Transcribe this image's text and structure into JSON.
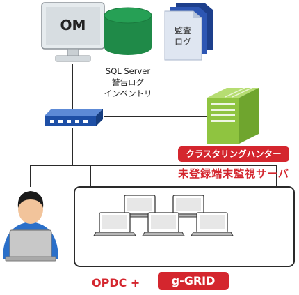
{
  "om": {
    "label": "OM"
  },
  "database": {
    "line1": "SQL Server",
    "line2": "警告ログ",
    "line3": "インベントリ"
  },
  "audit_log": {
    "line1": "監査",
    "line2": "ログ"
  },
  "cluster_hunter": {
    "label": "クラスタリングハンター"
  },
  "monitor_server": {
    "label": "未登録端末監視サーバ"
  },
  "bottom": {
    "opdc_label": "OPDC +",
    "ggrid_label": "g-GRID"
  },
  "colors": {
    "accent_red": "#d4262e",
    "db_green": "#1f8a48",
    "server_green": "#8fc440",
    "switch_blue": "#1e4fa6",
    "audit_blue": "#2d56b3"
  }
}
